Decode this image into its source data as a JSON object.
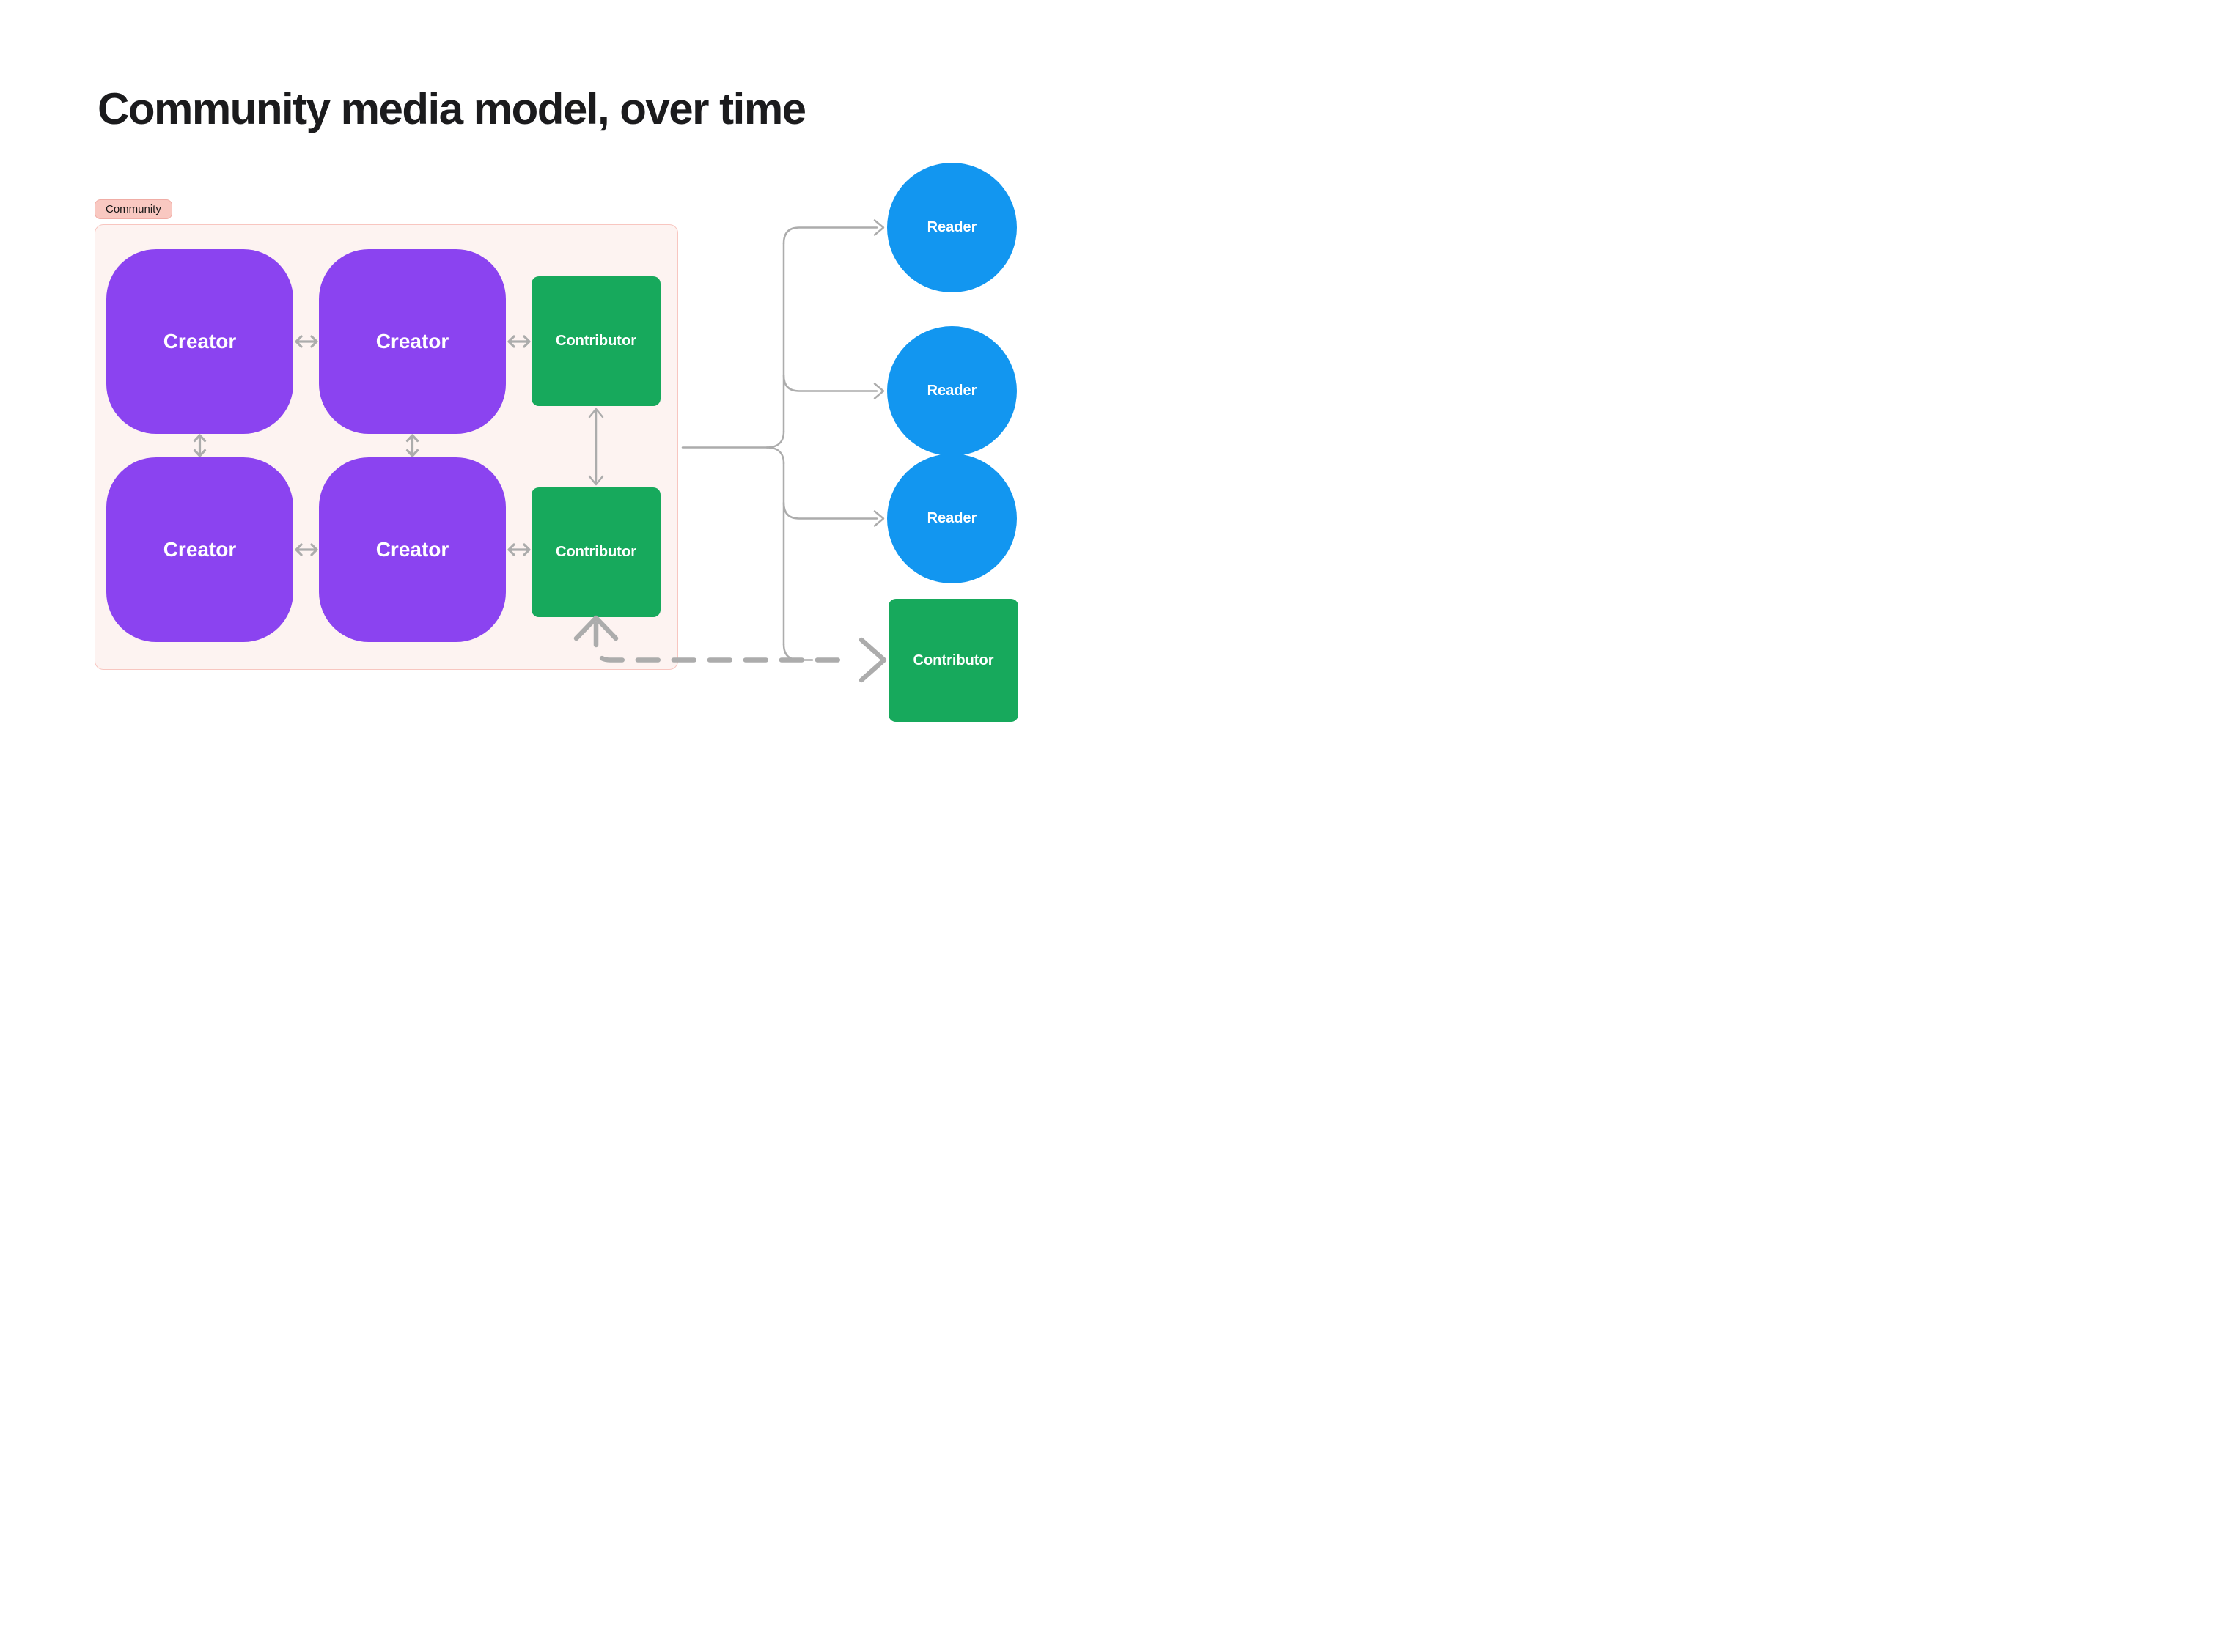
{
  "title": "Community media model, over time",
  "community": {
    "label": "Community",
    "creators": [
      {
        "label": "Creator"
      },
      {
        "label": "Creator"
      },
      {
        "label": "Creator"
      },
      {
        "label": "Creator"
      }
    ],
    "contributors": [
      {
        "label": "Contributor"
      },
      {
        "label": "Contributor"
      }
    ]
  },
  "audience": {
    "readers": [
      {
        "label": "Reader"
      },
      {
        "label": "Reader"
      },
      {
        "label": "Reader"
      }
    ],
    "contributor": {
      "label": "Contributor"
    }
  },
  "colors": {
    "creator_fill": "#8b43f0",
    "contributor_fill": "#17a95c",
    "reader_fill": "#1296f0",
    "community_bg": "#fdf3f1",
    "community_border": "#f8c6c0",
    "badge_bg": "#f9c8c1",
    "connector": "#acacac",
    "title_text": "#1b1b1d",
    "node_text": "#ffffff"
  }
}
